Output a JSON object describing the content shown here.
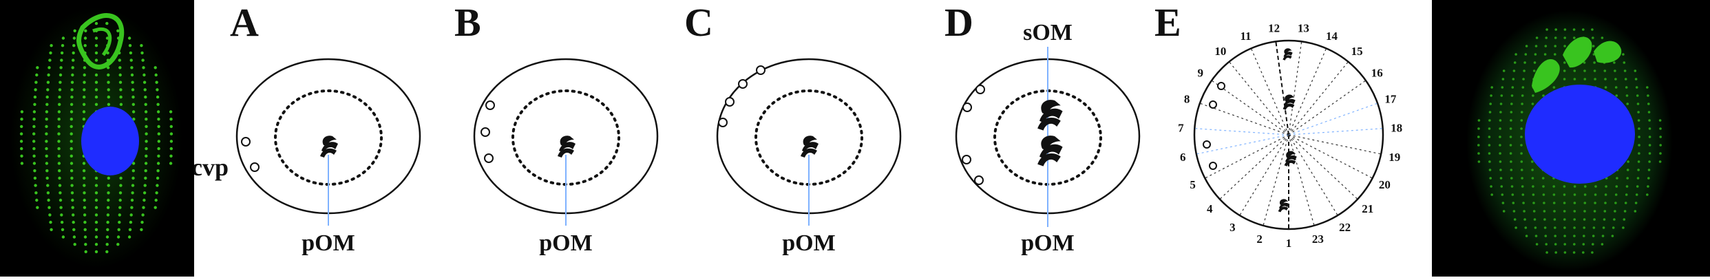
{
  "panels": [
    {
      "letter": "A",
      "bottom_label": "pOM",
      "side_label": "cvp"
    },
    {
      "letter": "B",
      "bottom_label": "pOM"
    },
    {
      "letter": "C",
      "bottom_label": "pOM"
    },
    {
      "letter": "D",
      "top_label": "sOM",
      "bottom_label": "pOM"
    },
    {
      "letter": "E"
    }
  ],
  "clock_numbers": [
    "1",
    "2",
    "3",
    "4",
    "5",
    "6",
    "7",
    "8",
    "9",
    "10",
    "11",
    "12",
    "13",
    "14",
    "15",
    "16",
    "17",
    "18",
    "19",
    "20",
    "21",
    "22",
    "23"
  ],
  "colors": {
    "cell_green": "#39c41f",
    "nucleus_blue": "#1f2cff",
    "meridian_blue": "#7fb2ff",
    "ink": "#111111"
  }
}
